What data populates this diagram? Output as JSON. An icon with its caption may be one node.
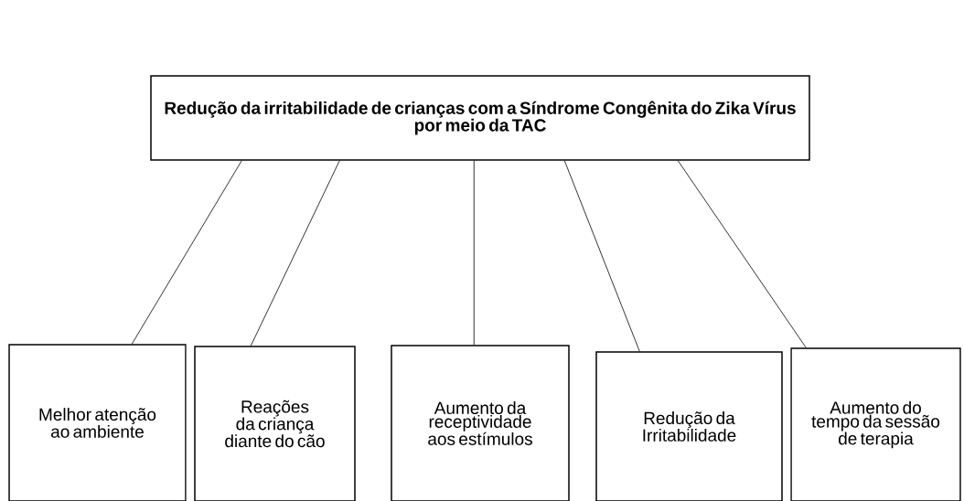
{
  "diagram": {
    "nodes": [
      {
        "text": [
          "Redução da irritabilidade de crianças com a Síndrome Congênita do Zika Vírus por meio da TAC"
        ]
      },
      {
        "text": [
          "Melhor atenção ao ambiente"
        ]
      },
      {
        "text": [
          "Reações da criança diante do cão"
        ]
      },
      {
        "text": [
          "Aumento da receptividade aos estímulos"
        ]
      },
      {
        "text": [
          "Redução da Irritabilidade"
        ]
      },
      {
        "text": [
          "Aumento do tempo da sessão de terapia"
        ]
      }
    ],
    "edges": [
      {
        "from": 0,
        "to": 1,
        "arrow": "none"
      },
      {
        "from": 0,
        "to": 2,
        "arrow": "none"
      },
      {
        "from": 0,
        "to": 3,
        "arrow": "none"
      },
      {
        "from": 0,
        "to": 4,
        "arrow": "none"
      },
      {
        "from": 0,
        "to": 5,
        "arrow": "none"
      }
    ]
  }
}
